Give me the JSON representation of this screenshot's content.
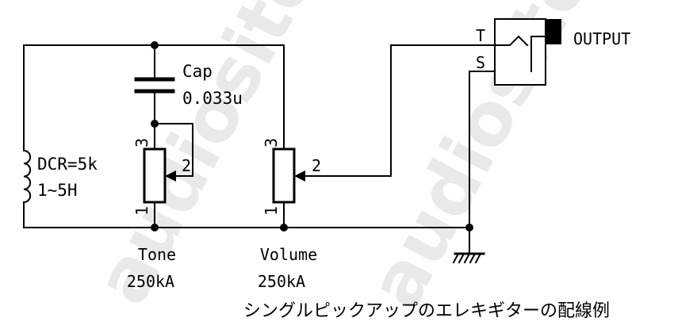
{
  "watermark": "audiosite.jp",
  "caption": "シングルピックアップのエレキギターの配線例",
  "capacitor": {
    "name": "Cap",
    "value": "0.033u"
  },
  "pickup": {
    "dcr": "DCR=5k",
    "inductance": "1~5H"
  },
  "tone_pot": {
    "name": "Tone",
    "value": "250kA",
    "pin1": "1",
    "pin2": "2",
    "pin3": "3"
  },
  "volume_pot": {
    "name": "Volume",
    "value": "250kA",
    "pin1": "1",
    "pin2": "2",
    "pin3": "3"
  },
  "output_jack": {
    "label": "OUTPUT",
    "tip": "T",
    "sleeve": "S"
  }
}
